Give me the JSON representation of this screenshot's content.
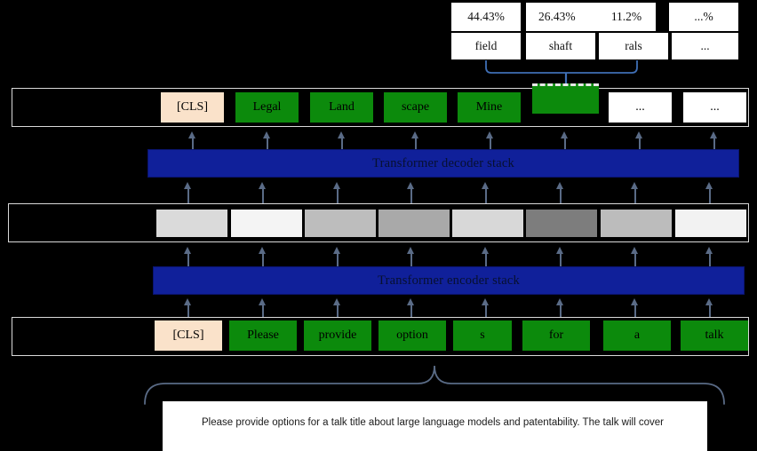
{
  "diagram": {
    "title": "Transformer encoder-decoder token generation diagram",
    "colors": {
      "background": "#000000",
      "token_green": "#0c8a0c",
      "cls_peach": "#fae2ca",
      "stack_blue": "#10209a",
      "arrow_gray": "#5a6b86",
      "connector_blue": "#3f6fb5",
      "row_border": "#d9d9d9"
    }
  },
  "candidates": {
    "probabilities": [
      {
        "label": "44.43%"
      },
      {
        "label": "26.43%"
      },
      {
        "label": "11.2%"
      },
      {
        "label": "...%"
      }
    ],
    "tokens": [
      {
        "label": "field"
      },
      {
        "label": "shaft"
      },
      {
        "label": "rals"
      },
      {
        "label": "..."
      }
    ]
  },
  "decoder_row": {
    "tokens": [
      {
        "label": "[CLS]",
        "style": "cls"
      },
      {
        "label": "Legal",
        "style": "green"
      },
      {
        "label": "Land",
        "style": "green"
      },
      {
        "label": "scape",
        "style": "green"
      },
      {
        "label": "Mine",
        "style": "green"
      },
      {
        "label": "",
        "style": "active"
      },
      {
        "label": "...",
        "style": "white"
      },
      {
        "label": "...",
        "style": "white"
      }
    ]
  },
  "decoder_stack": {
    "label": "Transformer decoder stack"
  },
  "embeddings": {
    "cells": [
      {
        "shade": "#dadada"
      },
      {
        "shade": "#f4f4f4"
      },
      {
        "shade": "#bdbdbd"
      },
      {
        "shade": "#a9a9a9"
      },
      {
        "shade": "#d8d8d8"
      },
      {
        "shade": "#7d7d7d"
      },
      {
        "shade": "#bcbcbc"
      },
      {
        "shade": "#f2f2f2"
      }
    ]
  },
  "encoder_stack": {
    "label": "Transformer encoder stack"
  },
  "input_row": {
    "tokens": [
      {
        "label": "[CLS]",
        "style": "cls"
      },
      {
        "label": "Please",
        "style": "green"
      },
      {
        "label": "provide",
        "style": "green"
      },
      {
        "label": "option",
        "style": "green"
      },
      {
        "label": "s",
        "style": "green"
      },
      {
        "label": "for",
        "style": "green"
      },
      {
        "label": "a",
        "style": "green"
      },
      {
        "label": "talk",
        "style": "green"
      }
    ]
  },
  "prompt": {
    "text": "Please provide options for a talk title about large language models and patentability. The talk will cover"
  }
}
